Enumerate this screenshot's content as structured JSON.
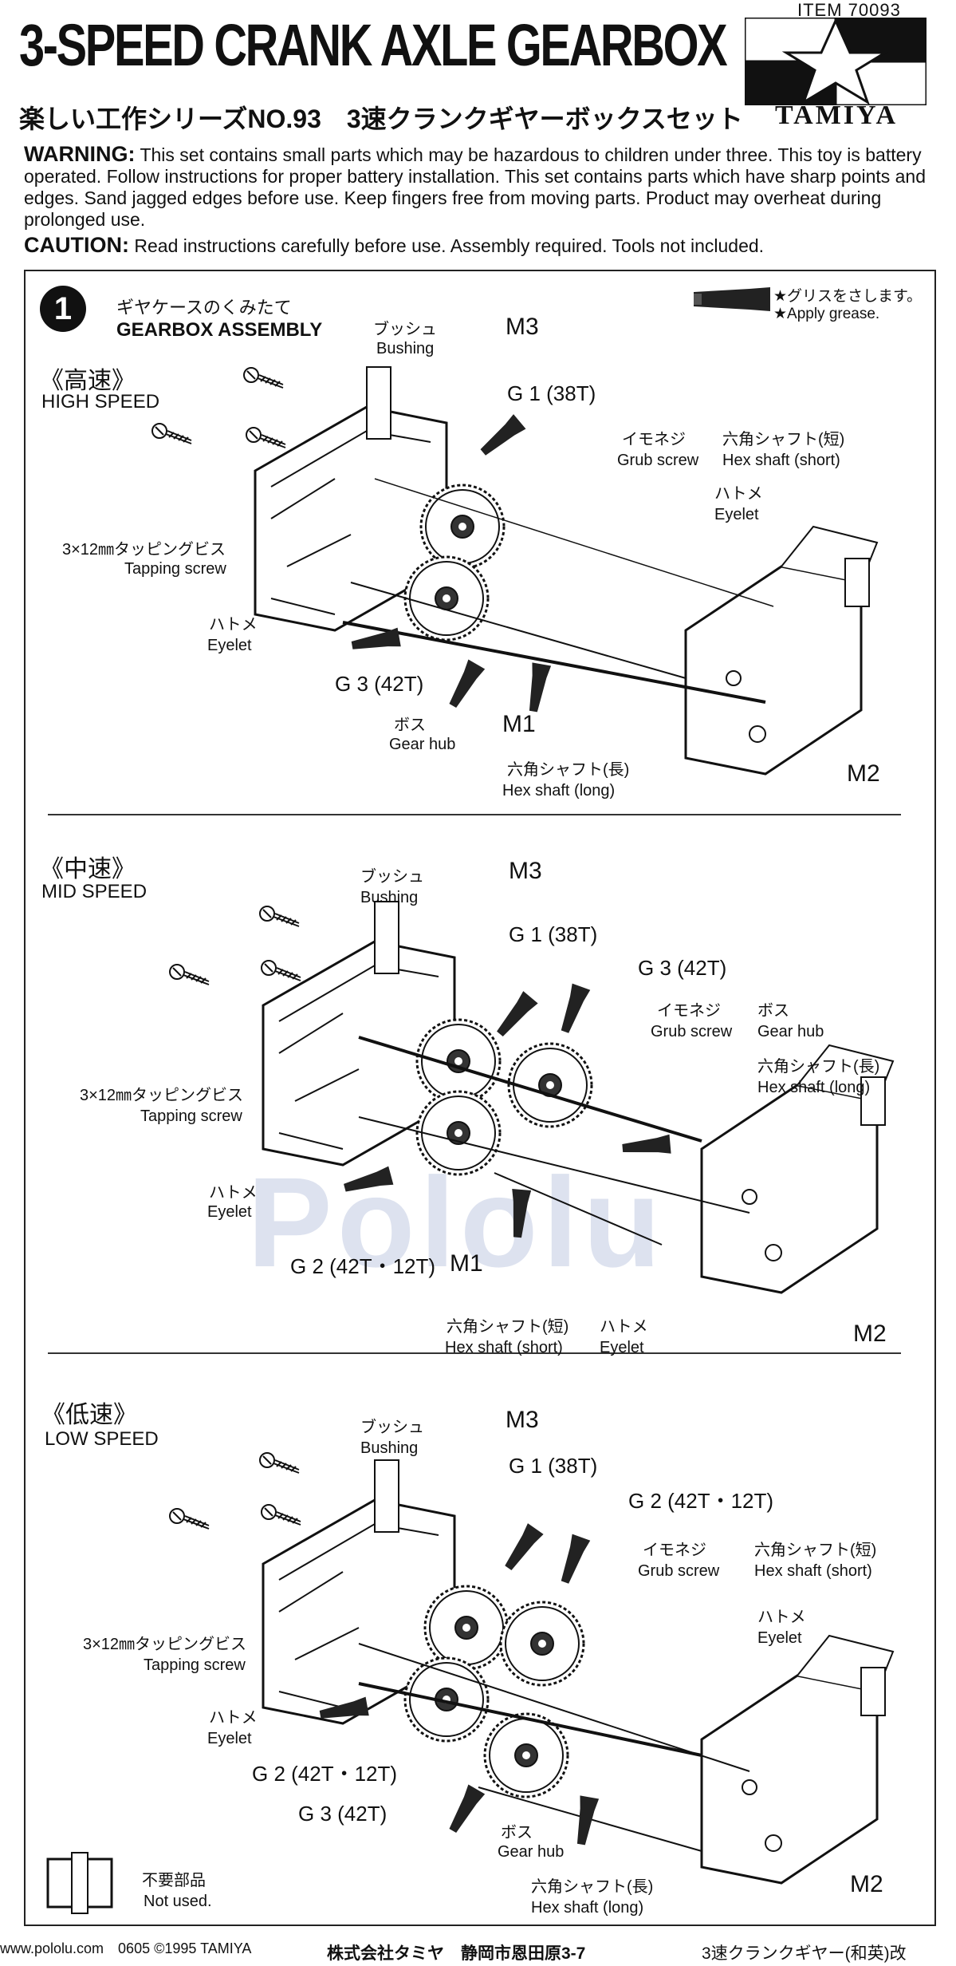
{
  "header": {
    "item_no": "ITEM 70093",
    "title": "3-SPEED CRANK AXLE GEARBOX",
    "subtitle_jp": "楽しい工作シリーズNO.93　3速クランクギヤーボックスセット",
    "brand": "TAMIYA"
  },
  "warning": {
    "label": "WARNING:",
    "text": "This set contains small parts which may be hazardous to children under three. This toy is battery operated. Follow instructions for proper battery installation. This set contains parts which have sharp points and edges. Sand jagged edges before use. Keep fingers free from moving parts. Product may overheat during prolonged use."
  },
  "caution": {
    "label": "CAUTION:",
    "text": "Read instructions carefully before use. Assembly required. Tools not included."
  },
  "step": {
    "number": "1",
    "title_jp": "ギヤケースのくみたて",
    "title_en": "GEARBOX ASSEMBLY"
  },
  "grease": {
    "jp": "★グリスをさします。",
    "en": "★Apply grease."
  },
  "sections": {
    "high": {
      "jp": "《高速》",
      "en": "HIGH SPEED",
      "bushing_jp": "ブッシュ",
      "bushing_en": "Bushing",
      "m3": "M3",
      "g1": "G 1 (38T)",
      "grub_jp": "イモネジ",
      "grub_en": "Grub screw",
      "hex_short_jp": "六角シャフト(短)",
      "hex_short_en": "Hex shaft (short)",
      "eyelet_jp": "ハトメ",
      "eyelet_en": "Eyelet",
      "tap_jp": "3×12㎜タッピングビス",
      "tap_en": "Tapping screw",
      "eyelet2_jp": "ハトメ",
      "eyelet2_en": "Eyelet",
      "g3": "G 3 (42T)",
      "boss_jp": "ボス",
      "boss_en": "Gear hub",
      "m1": "M1",
      "hex_long_jp": "六角シャフト(長)",
      "hex_long_en": "Hex shaft (long)",
      "m2": "M2"
    },
    "mid": {
      "jp": "《中速》",
      "en": "MID SPEED",
      "bushing_jp": "ブッシュ",
      "bushing_en": "Bushing",
      "m3": "M3",
      "g1": "G 1 (38T)",
      "g3": "G 3 (42T)",
      "grub_jp": "イモネジ",
      "grub_en": "Grub screw",
      "boss_jp": "ボス",
      "boss_en": "Gear hub",
      "hex_long_jp": "六角シャフト(長)",
      "hex_long_en": "Hex shaft (long)",
      "tap_jp": "3×12㎜タッピングビス",
      "tap_en": "Tapping screw",
      "eyelet_jp": "ハトメ",
      "eyelet_en": "Eyelet",
      "g2": "G 2 (42T・12T)",
      "m1": "M1",
      "hex_short_jp": "六角シャフト(短)",
      "hex_short_en": "Hex shaft (short)",
      "eyelet2_jp": "ハトメ",
      "eyelet2_en": "Eyelet",
      "m2": "M2"
    },
    "low": {
      "jp": "《低速》",
      "en": "LOW SPEED",
      "bushing_jp": "ブッシュ",
      "bushing_en": "Bushing",
      "m3": "M3",
      "g1": "G 1 (38T)",
      "g2_top": "G 2 (42T・12T)",
      "grub_jp": "イモネジ",
      "grub_en": "Grub screw",
      "hex_short_jp": "六角シャフト(短)",
      "hex_short_en": "Hex shaft (short)",
      "eyelet_jp": "ハトメ",
      "eyelet_en": "Eyelet",
      "tap_jp": "3×12㎜タッピングビス",
      "tap_en": "Tapping screw",
      "eyelet2_jp": "ハトメ",
      "eyelet2_en": "Eyelet",
      "g2": "G 2 (42T・12T)",
      "g3": "G 3 (42T)",
      "boss_jp": "ボス",
      "boss_en": "Gear hub",
      "hex_long_jp": "六角シャフト(長)",
      "hex_long_en": "Hex shaft (long)",
      "m2": "M2",
      "unused_jp": "不要部品",
      "unused_en": "Not used."
    }
  },
  "footer": {
    "left": "www.pololu.com　0605 ©1995 TAMIYA",
    "middle": "株式会社タミヤ　静岡市恩田原3-7",
    "right": "3速クランクギヤー(和英)改"
  },
  "watermark": "Pololu"
}
